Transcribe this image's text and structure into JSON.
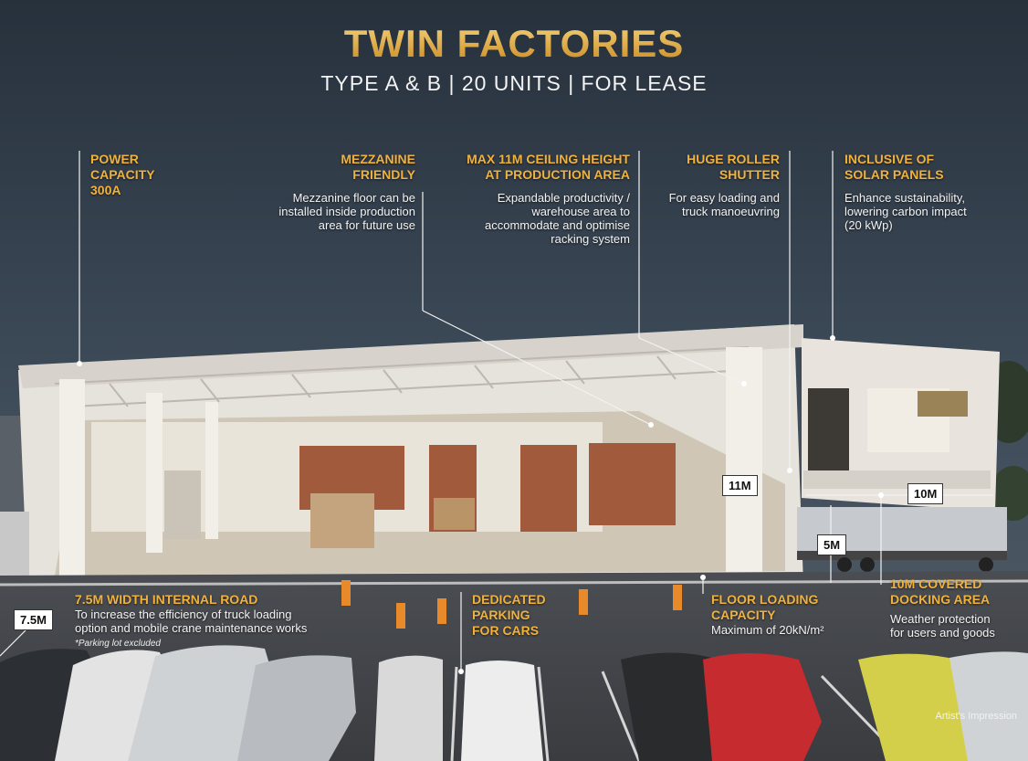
{
  "header": {
    "title": "TWIN FACTORIES",
    "subtitle": "TYPE A & B  | 20 UNITS | FOR LEASE"
  },
  "callouts": {
    "power": {
      "heading": [
        "POWER",
        "CAPACITY",
        "300A"
      ]
    },
    "mezzanine": {
      "heading": [
        "MEZZANINE",
        "FRIENDLY"
      ],
      "desc": [
        "Mezzanine floor can be",
        "installed inside production",
        "area for future use"
      ]
    },
    "ceiling": {
      "heading": [
        "MAX 11M CEILING HEIGHT",
        "AT PRODUCTION AREA"
      ],
      "desc": [
        "Expandable productivity /",
        "warehouse area to",
        "accommodate and optimise",
        "racking system"
      ]
    },
    "shutter": {
      "heading": [
        "HUGE ROLLER",
        "SHUTTER"
      ],
      "desc": [
        "For easy loading and",
        "truck manoeuvring"
      ]
    },
    "solar": {
      "heading": [
        "INCLUSIVE OF",
        "SOLAR PANELS"
      ],
      "desc": [
        "Enhance sustainability,",
        "lowering carbon impact",
        "(20 kWp)"
      ]
    },
    "road": {
      "heading": "7.5M WIDTH INTERNAL ROAD",
      "desc": [
        "To increase the efficiency of truck loading",
        "option and mobile crane maintenance works"
      ],
      "note": "*Parking lot excluded"
    },
    "parking": {
      "heading": [
        "DEDICATED",
        "PARKING",
        "FOR CARS"
      ]
    },
    "floor": {
      "heading": [
        "FLOOR LOADING",
        "CAPACITY"
      ],
      "desc": "Maximum of 20kN/m²"
    },
    "docking": {
      "heading": [
        "10M COVERED",
        "DOCKING AREA"
      ],
      "desc": [
        "Weather protection",
        "for users and goods"
      ]
    }
  },
  "dimension_tags": {
    "road_width": "7.5M",
    "ceiling": "11M",
    "dock_width": "10M",
    "dock_height": "5M"
  },
  "footer": {
    "credit": "Artist's Impression"
  },
  "colors": {
    "accent": "#f0b23e",
    "sky": "#2f3a47",
    "text": "#f4f4f4"
  }
}
